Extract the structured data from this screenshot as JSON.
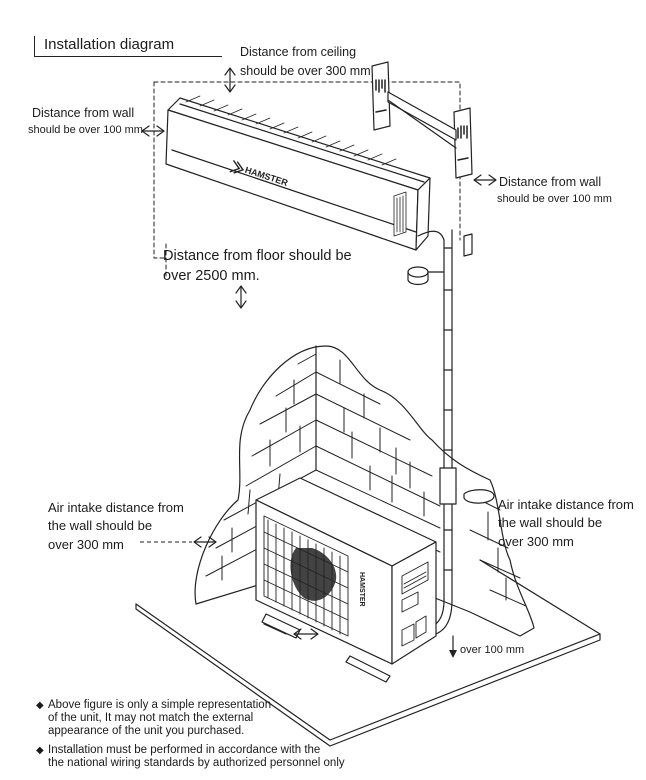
{
  "title": "Installation diagram",
  "brand": "HAMSTER",
  "labels": {
    "ceiling": [
      "Distance from ceiling",
      "should be over 300 mm"
    ],
    "wall_left": [
      "Distance from wall",
      "should be over 100 mm"
    ],
    "wall_right": [
      "Distance from wall",
      "should be over 100 mm"
    ],
    "floor": [
      "Distance from floor should be",
      "over 2500 mm."
    ],
    "air_left": [
      "Air intake distance from",
      "the wall should be",
      "over 300 mm"
    ],
    "air_right": [
      "Air intake distance from",
      "the wall should be",
      "over 300 mm"
    ],
    "bottom": "over 100 mm"
  },
  "notes": [
    {
      "lines": [
        "Above figure is only a simple representation",
        "of the unit, It may not match the external",
        "appearance of the unit you purchased."
      ]
    },
    {
      "lines": [
        "Installation must be performed in accordance with the",
        "the national wiring standards by authorized personnel only"
      ]
    }
  ]
}
